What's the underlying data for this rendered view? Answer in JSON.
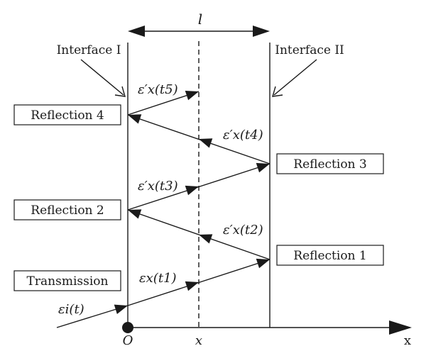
{
  "dimension_label": "l",
  "interfaces": {
    "left": "Interface I",
    "right": "Interface II"
  },
  "boxes": {
    "reflection4": "Reflection 4",
    "reflection3": "Reflection 3",
    "reflection2": "Reflection 2",
    "reflection1": "Reflection 1",
    "transmission": "Transmission"
  },
  "wave_labels": {
    "incident": "εi(t)",
    "t1": "εx(t1)",
    "t2": "ε′x(t2)",
    "t3": "ε′x(t3)",
    "t4": "ε′x(t4)",
    "t5": "ε′x(t5)"
  },
  "axis": {
    "origin": "O",
    "position": "x",
    "axis_name": "x"
  }
}
